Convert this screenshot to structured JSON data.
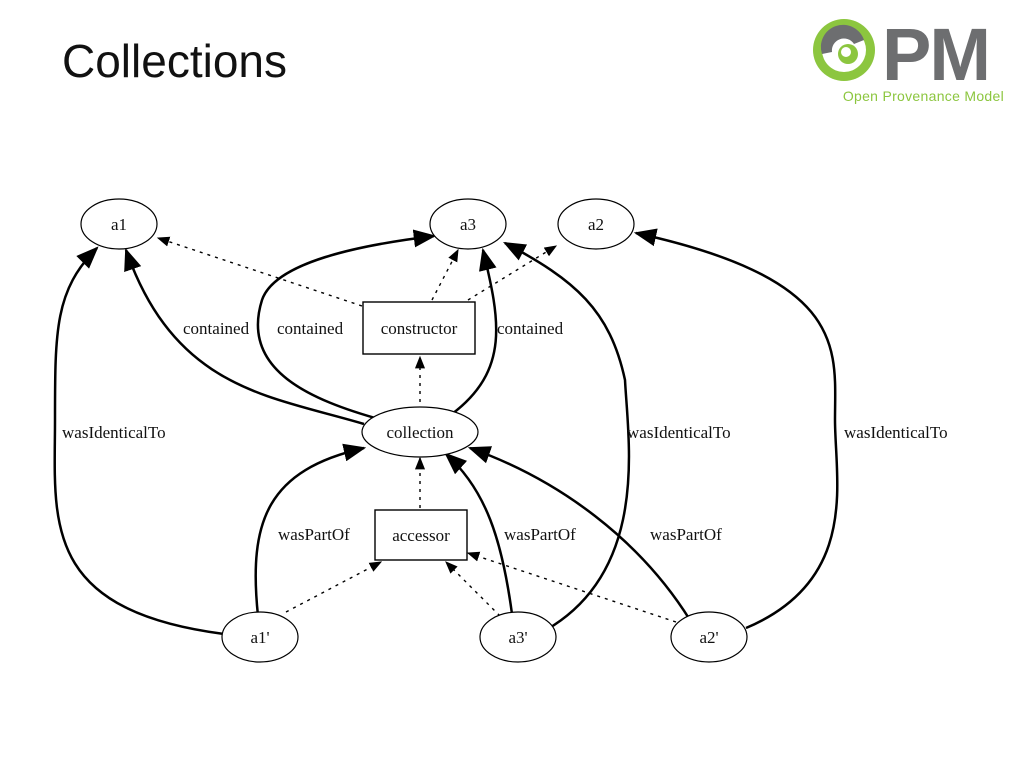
{
  "slide": {
    "title": "Collections"
  },
  "logo": {
    "letters": "PM",
    "tagline": "Open Provenance Model",
    "colors": {
      "green": "#8cc63f",
      "gray": "#6d6e70"
    }
  },
  "diagram": {
    "nodes": {
      "a1": "a1",
      "a3": "a3",
      "a2": "a2",
      "constructor": "constructor",
      "collection": "collection",
      "accessor": "accessor",
      "a1p": "a1'",
      "a3p": "a3'",
      "a2p": "a2'"
    },
    "edge_labels": {
      "contained_a1": "contained",
      "contained_a3_left": "contained",
      "contained_a3_right": "contained",
      "wasIdenticalTo_a1": "wasIdenticalTo",
      "wasIdenticalTo_a3": "wasIdenticalTo",
      "wasIdenticalTo_a2": "wasIdenticalTo",
      "wasPartOf_a1": "wasPartOf",
      "wasPartOf_a3": "wasPartOf",
      "wasPartOf_a2": "wasPartOf"
    },
    "edges": [
      {
        "from": "collection",
        "to": "a1",
        "label": "contained",
        "style": "solid"
      },
      {
        "from": "collection",
        "to": "a3",
        "label": "contained",
        "style": "solid"
      },
      {
        "from": "collection",
        "to": "a3",
        "label": "contained",
        "style": "solid"
      },
      {
        "from": "constructor",
        "to": "a1",
        "style": "dotted"
      },
      {
        "from": "constructor",
        "to": "a3",
        "style": "dotted"
      },
      {
        "from": "constructor",
        "to": "a2",
        "style": "dotted"
      },
      {
        "from": "collection",
        "to": "constructor",
        "style": "dotted"
      },
      {
        "from": "accessor",
        "to": "collection",
        "style": "dotted"
      },
      {
        "from": "a1'",
        "to": "collection",
        "label": "wasPartOf",
        "style": "solid"
      },
      {
        "from": "a3'",
        "to": "collection",
        "label": "wasPartOf",
        "style": "solid"
      },
      {
        "from": "a2'",
        "to": "collection",
        "label": "wasPartOf",
        "style": "solid"
      },
      {
        "from": "a1'",
        "to": "accessor",
        "style": "dotted"
      },
      {
        "from": "a3'",
        "to": "accessor",
        "style": "dotted"
      },
      {
        "from": "a2'",
        "to": "accessor",
        "style": "dotted"
      },
      {
        "from": "a1'",
        "to": "a1",
        "label": "wasIdenticalTo",
        "style": "solid"
      },
      {
        "from": "a3'",
        "to": "a3",
        "label": "wasIdenticalTo",
        "style": "solid"
      },
      {
        "from": "a2'",
        "to": "a2",
        "label": "wasIdenticalTo",
        "style": "solid"
      }
    ]
  }
}
